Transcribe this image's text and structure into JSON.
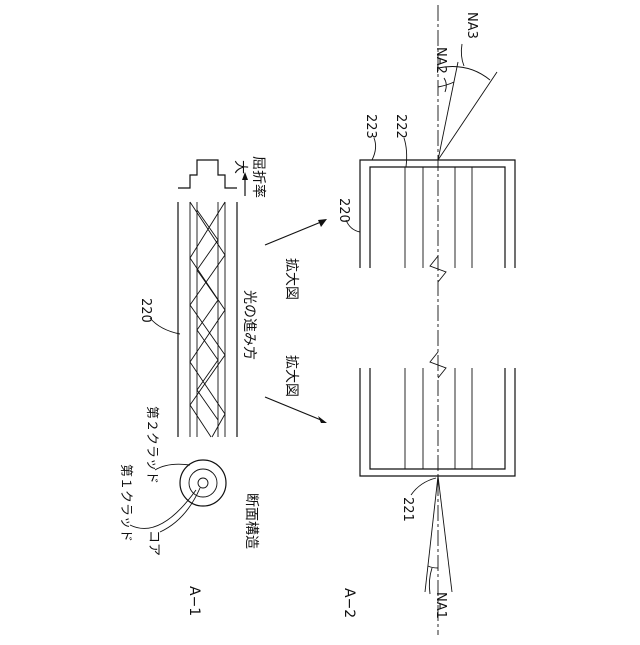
{
  "labels": {
    "fig_a1": "A−1",
    "fig_a2": "A−2",
    "fiber_ref": "220",
    "first_clad": "第１クラッド",
    "second_clad": "第２クラッド",
    "core": "コア",
    "cross_section": "断面構造",
    "light_path": "光の進み方",
    "large": "大",
    "refractive_index": "屈折率",
    "enlarged_1": "拡大図",
    "enlarged_2": "拡大図",
    "ref_220": "220",
    "ref_221": "221",
    "ref_222": "222",
    "ref_223": "223",
    "na1": "NA1",
    "na2": "NA2",
    "na3": "NA3"
  }
}
